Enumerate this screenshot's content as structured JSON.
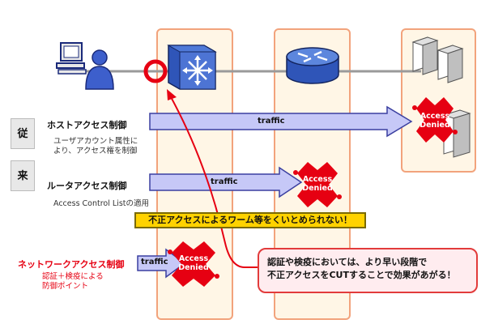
{
  "side_labels": {
    "top": "従",
    "bottom": "来"
  },
  "rows": {
    "host": {
      "title": "ホストアクセス制御",
      "desc_line1": "ユーザアカウント属性に",
      "desc_line2": "より、アクセス権を制御",
      "traffic": "traffic",
      "denied_line1": "Access",
      "denied_line2": "Denied"
    },
    "router": {
      "title": "ルータアクセス制御",
      "desc_line1": "Access Control Listの適用",
      "traffic": "traffic",
      "denied_line1": "Access",
      "denied_line2": "Denied"
    },
    "nac": {
      "title": "ネットワークアクセス制御",
      "desc_line1": "認証＋検疫による",
      "desc_line2": "防御ポイント",
      "traffic": "traffic",
      "denied_line1": "Access",
      "denied_line2": "Denied"
    }
  },
  "banner_text": "不正アクセスによるワーム等をくいとめられない！",
  "note": {
    "line1": "認証や検疫においては、より早い段階で",
    "line2": "不正アクセスをCUTすることで効果があがる！"
  },
  "colors": {
    "arrow_fill": "#c6c8f7",
    "arrow_border": "#3a3fa0",
    "denied": "#e60012",
    "column_border": "#f2a37c",
    "column_fill": "#fff6e6",
    "banner": "#ffd200",
    "note_border": "#e23b3b",
    "highlight_ring": "#e60012"
  },
  "icons": [
    "pc-user-icon",
    "switch-icon",
    "router-icon",
    "server-icon"
  ]
}
